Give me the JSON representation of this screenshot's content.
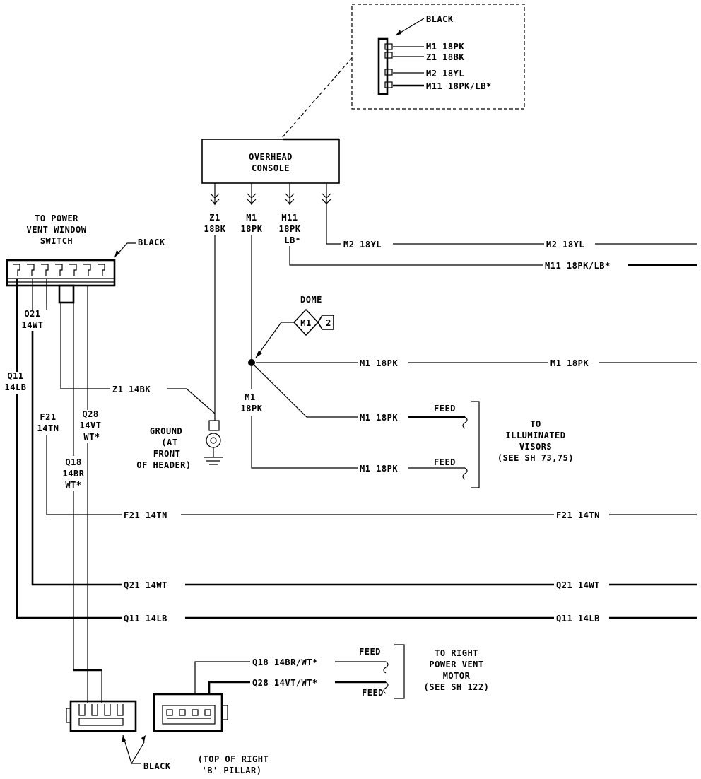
{
  "overhead_console": {
    "title_line1": "OVERHEAD",
    "title_line2": "CONSOLE",
    "connector_color": "BLACK",
    "pins": [
      "M1 18PK",
      "Z1 18BK",
      "M2 18YL",
      "M11 18PK/LB*"
    ],
    "wire_z1": [
      "Z1",
      "18BK"
    ],
    "wire_m1": [
      "M1",
      "18PK"
    ],
    "wire_m11": [
      "M11",
      "18PK",
      "LB*"
    ]
  },
  "power_vent_switch": {
    "title": [
      "TO POWER",
      "VENT WINDOW",
      "SWITCH"
    ],
    "connector_color": "BLACK",
    "wire_q21": [
      "Q21",
      "14WT"
    ],
    "wire_q11": [
      "Q11",
      "14LB"
    ],
    "wire_f21": [
      "F21",
      "14TN"
    ],
    "wire_q28": [
      "Q28",
      "14VT",
      "WT*"
    ],
    "wire_q18": [
      "Q18",
      "14BR",
      "WT*"
    ]
  },
  "dome": {
    "label": "DOME",
    "connector": "M1",
    "sheet": "2"
  },
  "wires": {
    "m2": "M2 18YL",
    "m11": "M11 18PK/LB*",
    "m1": "M1 18PK",
    "z1": "Z1 14BK",
    "m1_splice": [
      "M1",
      "18PK"
    ],
    "f21": "F21 14TN",
    "q21": "Q21 14WT",
    "q11": "Q11 14LB",
    "q18": "Q18 14BR/WT*",
    "q28": "Q28 14VT/WT*"
  },
  "ground": [
    "GROUND",
    "(AT",
    "FRONT",
    "OF HEADER)"
  ],
  "visors": {
    "feed": "FEED",
    "label": [
      "TO",
      "ILLUMINATED",
      "VISORS",
      "(SEE SH 73,75)"
    ]
  },
  "vent_motor": {
    "feed": "FEED",
    "label": [
      "TO RIGHT",
      "POWER VENT",
      "MOTOR",
      "(SEE SH 122)"
    ]
  },
  "pillar": {
    "connector_color": "BLACK",
    "location": [
      "(TOP OF RIGHT",
      "'B' PILLAR)"
    ]
  }
}
